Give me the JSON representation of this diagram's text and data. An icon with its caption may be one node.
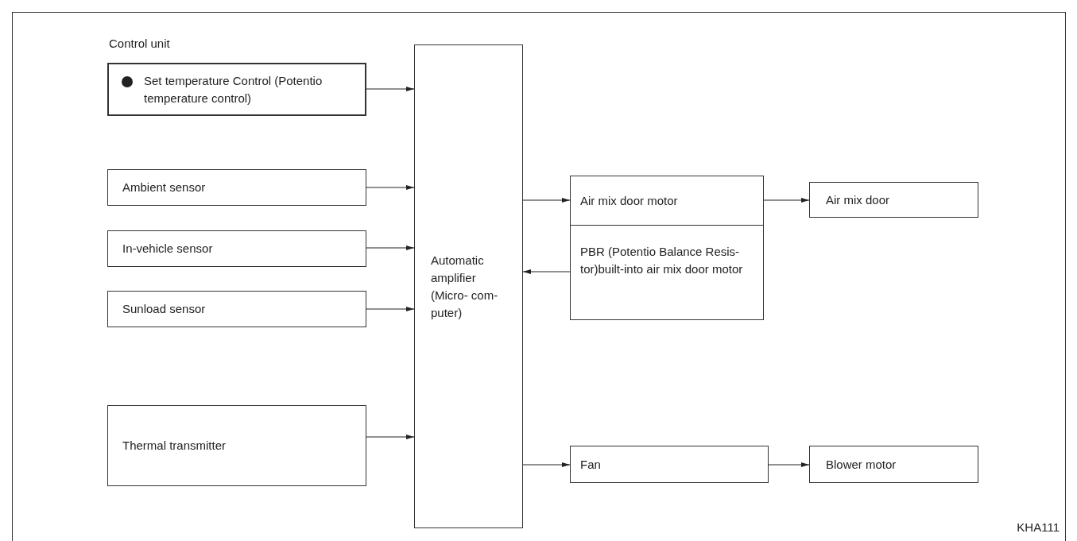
{
  "diagram": {
    "nodes": [
      {
        "text": [
          "Control unit",
          "Set temperature Control (Potentio temperature control)"
        ]
      },
      {
        "text": [
          "Ambient sensor"
        ]
      },
      {
        "text": [
          "In-vehicle sensor"
        ]
      },
      {
        "text": [
          "Sunload sensor"
        ]
      },
      {
        "text": [
          "Thermal transmitter"
        ]
      },
      {
        "text": [
          "Automatic amplifier (Micro- com- puter)"
        ]
      },
      {
        "text": [
          "Air mix door motor"
        ]
      },
      {
        "text": [
          "PBR (Potentio Balance Resis- tor)built-into air mix door motor"
        ]
      },
      {
        "text": [
          "Air mix door"
        ]
      },
      {
        "text": [
          "Fan"
        ]
      },
      {
        "text": [
          "Blower motor"
        ]
      }
    ],
    "edges": [
      {
        "from": 0,
        "to": 5,
        "arrow": "to"
      },
      {
        "from": 1,
        "to": 5,
        "arrow": "to"
      },
      {
        "from": 2,
        "to": 5,
        "arrow": "to"
      },
      {
        "from": 3,
        "to": 5,
        "arrow": "to"
      },
      {
        "from": 4,
        "to": 5,
        "arrow": "to"
      },
      {
        "from": 5,
        "to": 6,
        "arrow": "to"
      },
      {
        "from": 7,
        "to": 5,
        "arrow": "to"
      },
      {
        "from": 6,
        "to": 8,
        "arrow": "to"
      },
      {
        "from": 5,
        "to": 9,
        "arrow": "to"
      },
      {
        "from": 9,
        "to": 10,
        "arrow": "to"
      }
    ],
    "labels": [
      "KHA111"
    ]
  }
}
